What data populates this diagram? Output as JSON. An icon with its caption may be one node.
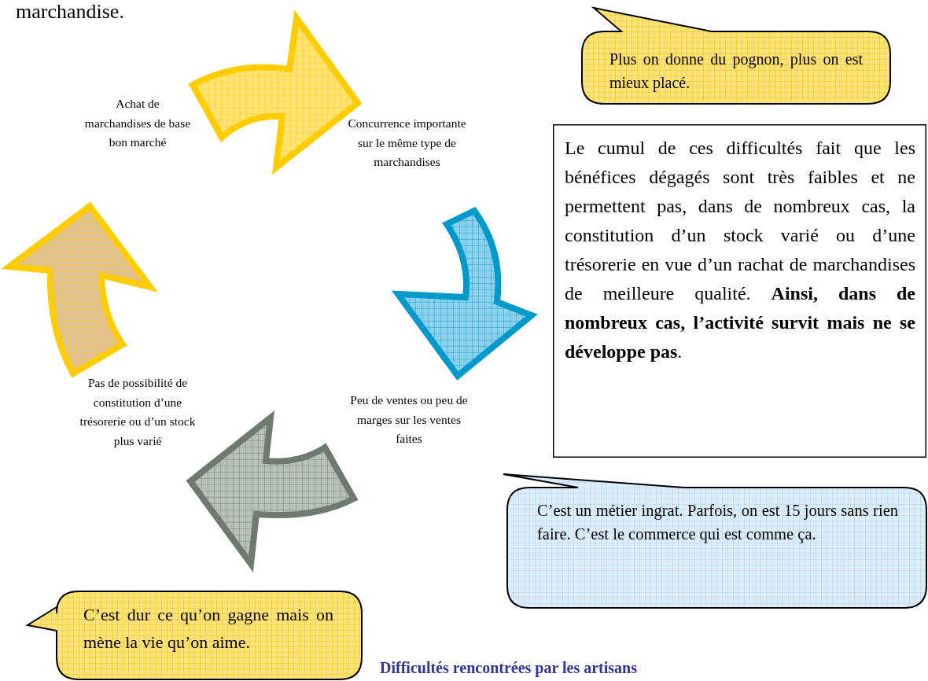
{
  "diagram": {
    "caption": "Difficultés rencontrées par les artisans",
    "nodes": [
      {
        "text": [
          "Plus on donne du pognon, plus on est mieux placé."
        ]
      },
      {
        "text": [
          "Achat de marchandises de base bon marché"
        ]
      },
      {
        "text": [
          "Concurrence importante sur le même type de marchandises"
        ]
      },
      {
        "text": [
          "Le cumul de ces difficultés fait que les bénéfices dégagés sont très faibles et ne permettent pas, dans de nombreux cas, la constitution d’un stock varié ou d’une trésorerie en vue d’un rachat de marchandises de meilleure qualité. **Ainsi, dans de nombreux cas, l’activité survit mais ne se développe pas**."
        ]
      },
      {
        "text": [
          "Pas de possibilité de constitution d’une trésorerie ou d’un stock plus varié"
        ]
      },
      {
        "text": [
          "Peu de ventes ou peu de marges sur les ventes faites"
        ]
      },
      {
        "text": [
          "C’est un métier ingrat. Parfois, on est 15 jours sans rien faire. C’est le commerce qui est comme ça."
        ]
      },
      {
        "text": [
          "C’est dur ce qu’on gagne mais on mène la vie qu’on aime."
        ]
      }
    ],
    "edges": [
      {
        "from": 1,
        "to": 2,
        "arrow": "to",
        "style": "thick",
        "color": "#ffcc00"
      },
      {
        "from": 2,
        "to": 5,
        "arrow": "to",
        "style": "thick",
        "color": "#0099cc"
      },
      {
        "from": 5,
        "to": 4,
        "arrow": "to",
        "style": "thick",
        "color": "#6e7a70"
      },
      {
        "from": 4,
        "to": 1,
        "arrow": "to",
        "style": "thick",
        "color": "#ffcc00"
      }
    ],
    "labels": [
      "marchandise."
    ]
  }
}
